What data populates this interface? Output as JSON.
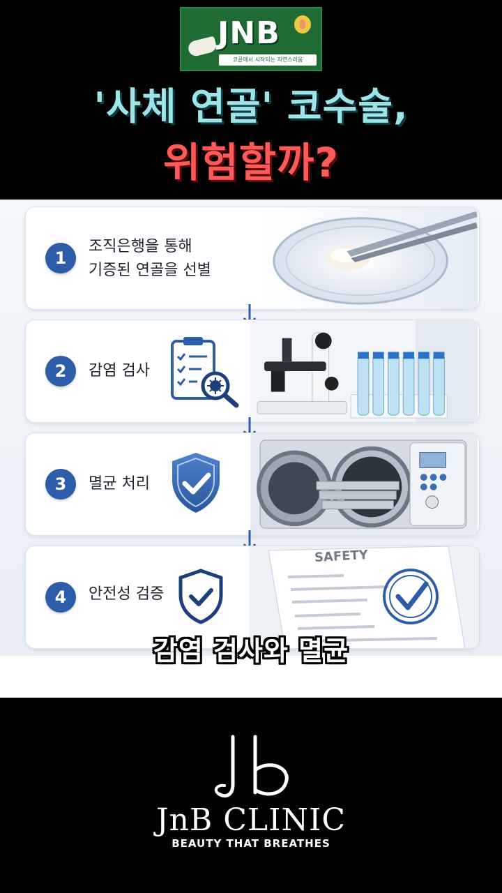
{
  "header": {
    "logo_text": "JNB",
    "logo_tagline": "코끝에서 시작되는 자연스러움",
    "title_line1": "'사체 연골' 코수술,",
    "title_line2": "위험할까?"
  },
  "steps": [
    {
      "number": "1",
      "line1": "조직은행을 통해",
      "line2": "기증된 연골을 선별",
      "icon": "petri-dish-tweezers"
    },
    {
      "number": "2",
      "line1": "감염 검사",
      "line2": "",
      "icon": "clipboard-magnifier-virus"
    },
    {
      "number": "3",
      "line1": "멸균 처리",
      "line2": "",
      "icon": "shield-check"
    },
    {
      "number": "4",
      "line1": "안전성 검증",
      "line2": "",
      "icon": "shield-check-outline"
    }
  ],
  "document_label": "SAFETY",
  "caption": "감염 검사와 멸균",
  "footer": {
    "brand_name": "JnB CLINIC",
    "tagline": "BEAUTY THAT BREATHES"
  },
  "colors": {
    "title_cyan": "#9ee3e6",
    "title_red": "#ff5a5a",
    "step_blue": "#2d5da8",
    "logo_green": "#1f6b33"
  }
}
